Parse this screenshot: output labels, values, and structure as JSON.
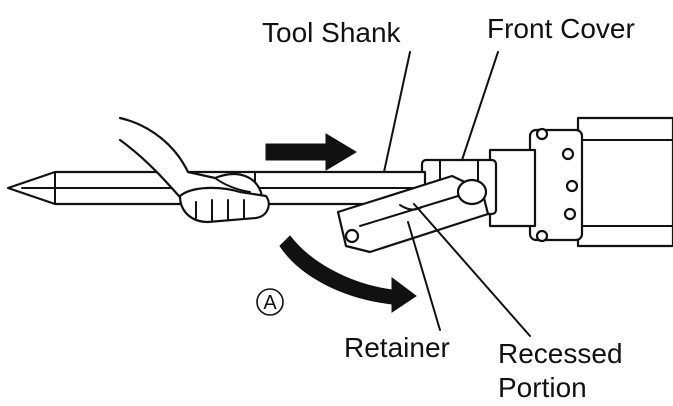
{
  "labels": {
    "tool_shank": "Tool Shank",
    "front_cover": "Front Cover",
    "retainer": "Retainer",
    "recessed_portion_line1": "Recessed",
    "recessed_portion_line2": "Portion",
    "view_marker": "A"
  },
  "colors": {
    "ink": "#111111",
    "background": "#ffffff"
  }
}
